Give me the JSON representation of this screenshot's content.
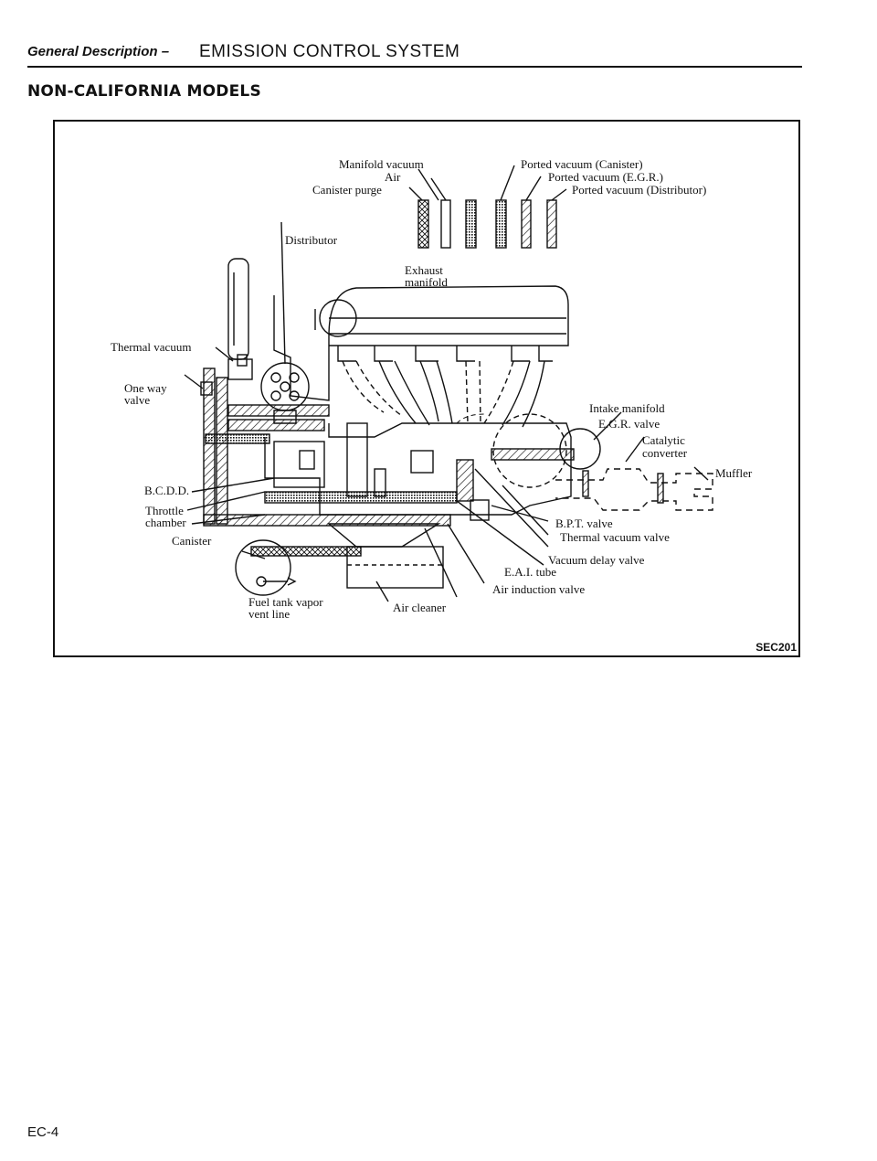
{
  "header": {
    "section_italic": "General Description –",
    "title": "EMISSION CONTROL SYSTEM"
  },
  "section_title": "NON-CALIFORNIA MODELS",
  "figure": {
    "code": "SEC201",
    "labels": {
      "manifold_vacuum": "Manifold vacuum",
      "air": "Air",
      "canister_purge": "Canister purge",
      "ported_canister": "Ported vacuum (Canister)",
      "ported_egr": "Ported vacuum (E.G.R.)",
      "ported_distributor": "Ported vacuum (Distributor)",
      "distributor": "Distributor",
      "exhaust_manifold_1": "Exhaust",
      "exhaust_manifold_2": "manifold",
      "thermal_vacuum": "Thermal vacuum",
      "one_way_1": "One way",
      "one_way_2": "valve",
      "intake_manifold": "Intake manifold",
      "egr_valve": "E.G.R. valve",
      "catalytic_1": "Catalytic",
      "catalytic_2": "converter",
      "muffler": "Muffler",
      "bcdd": "B.C.D.D.",
      "throttle_1": "Throttle",
      "throttle_2": "chamber",
      "bpt_valve": "B.P.T. valve",
      "thermal_vacuum_valve": "Thermal vacuum valve",
      "canister": "Canister",
      "vacuum_delay_valve": "Vacuum delay valve",
      "eai_tube": "E.A.I. tube",
      "air_induction_valve": "Air induction valve",
      "fuel_tank_1": "Fuel tank vapor",
      "fuel_tank_2": "vent line",
      "air_cleaner": "Air cleaner"
    }
  },
  "page_number": "EC-4"
}
